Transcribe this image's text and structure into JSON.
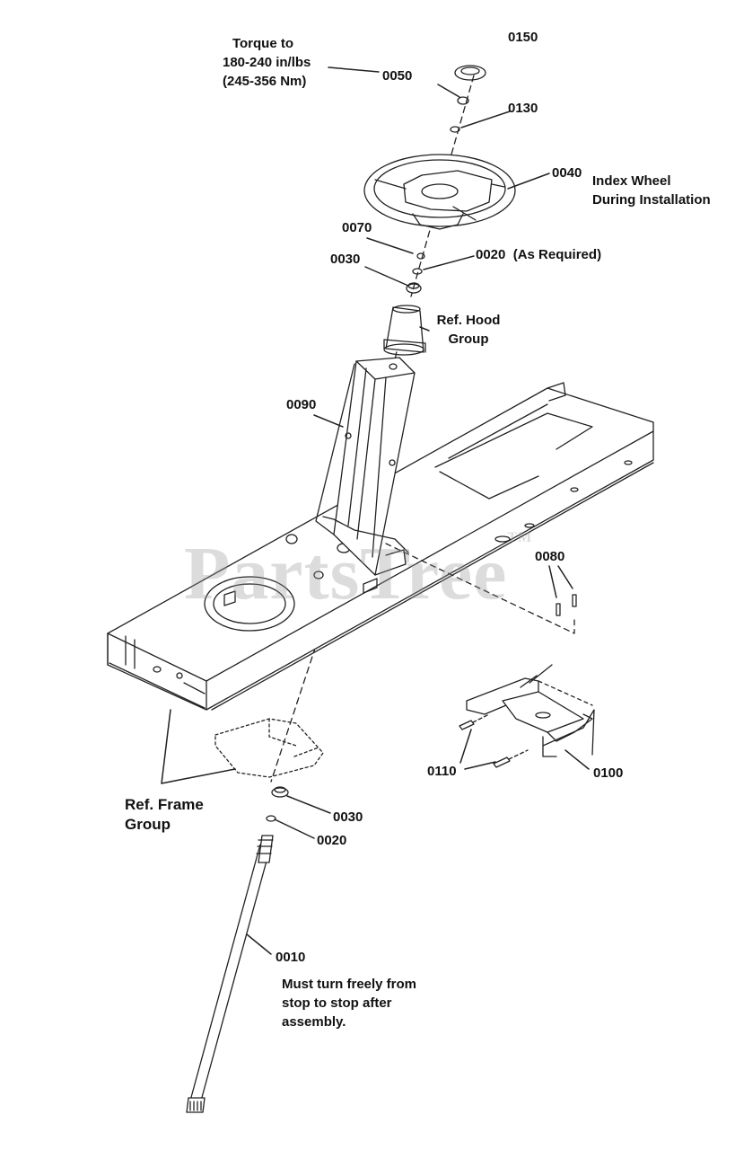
{
  "watermark": "PartsTree",
  "watermark_tm": "TM",
  "callouts": {
    "p0150": "0150",
    "p0050": "0050",
    "p0130": "0130",
    "p0040": "0040",
    "p0070": "0070",
    "p0020_top": "0020",
    "p0020_top_note": "(As Required)",
    "p0030_top": "0030",
    "p0090": "0090",
    "p0080": "0080",
    "p0110": "0110",
    "p0100": "0100",
    "p0030_bottom": "0030",
    "p0020_bottom": "0020",
    "p0010": "0010"
  },
  "notes": {
    "torque": [
      "Torque to",
      "180-240 in/lbs",
      "(245-356 Nm)"
    ],
    "index_wheel": [
      "Index Wheel",
      "During Installation"
    ],
    "ref_hood": [
      "Ref. Hood",
      "Group"
    ],
    "ref_frame": [
      "Ref. Frame",
      "Group"
    ],
    "must_turn": [
      "Must turn freely from",
      "stop to stop after",
      "assembly."
    ]
  }
}
